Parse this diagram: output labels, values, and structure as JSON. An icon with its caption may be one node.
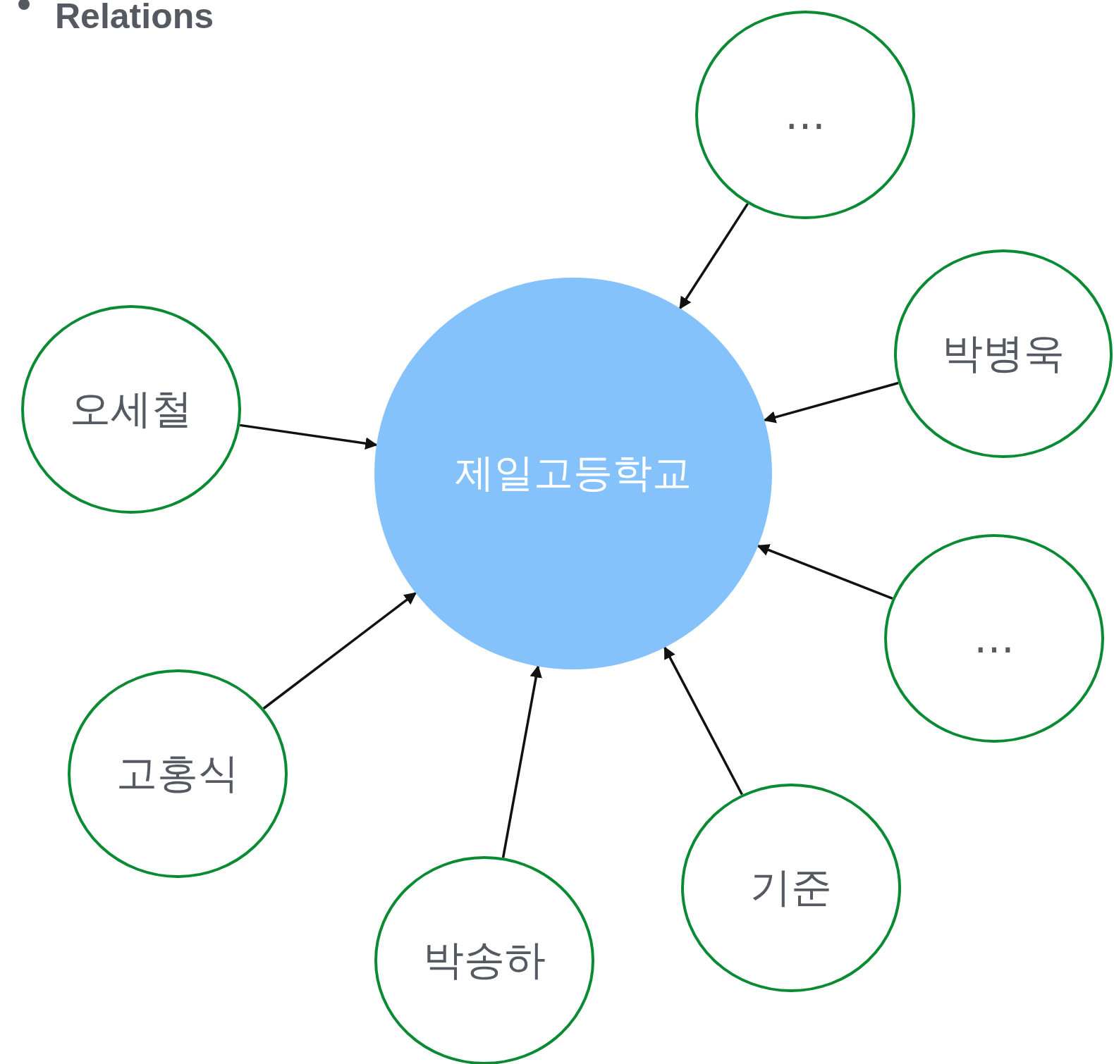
{
  "diagram": {
    "title": "Relations",
    "nodes": [
      {
        "text": [
          "…"
        ]
      },
      {
        "text": [
          "박병욱"
        ]
      },
      {
        "text": [
          "오세철"
        ]
      },
      {
        "text": [
          "제일고등학교"
        ]
      },
      {
        "text": [
          "…"
        ]
      },
      {
        "text": [
          "고홍식"
        ]
      },
      {
        "text": [
          "기준"
        ]
      },
      {
        "text": [
          "박송하"
        ]
      }
    ],
    "edges": [
      {
        "from": 0,
        "to": 3,
        "arrow": "to"
      },
      {
        "from": 1,
        "to": 3,
        "arrow": "to"
      },
      {
        "from": 2,
        "to": 3,
        "arrow": "to"
      },
      {
        "from": 4,
        "to": 3,
        "arrow": "to"
      },
      {
        "from": 5,
        "to": 3,
        "arrow": "to"
      },
      {
        "from": 6,
        "to": 3,
        "arrow": "to"
      },
      {
        "from": 7,
        "to": 3,
        "arrow": "to"
      }
    ]
  }
}
